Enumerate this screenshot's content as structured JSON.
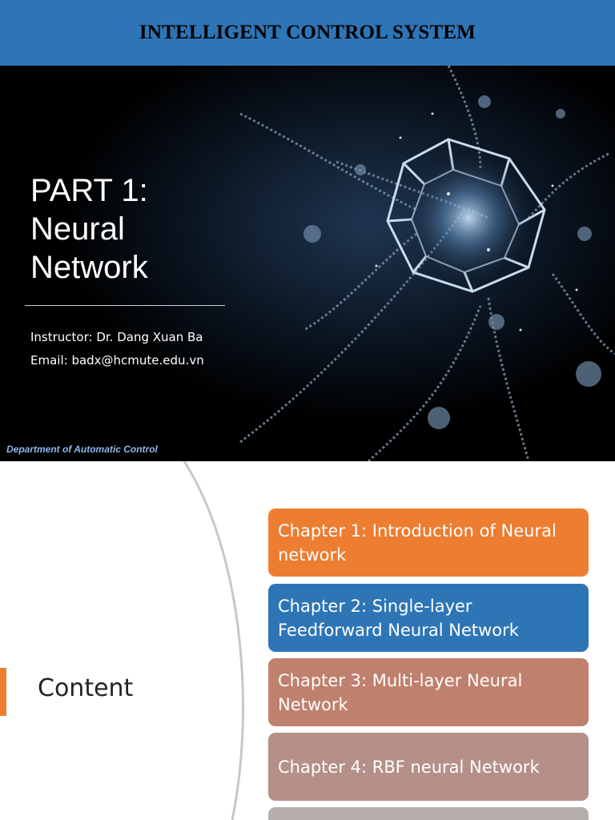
{
  "header": {
    "title": "INTELLIGENT CONTROL SYSTEM",
    "color": "#2e75b6"
  },
  "title_slide": {
    "part": "PART 1:",
    "subject_line1": "Neural",
    "subject_line2": "Network",
    "instructor": "Instructor: Dr. Dang Xuan Ba",
    "email": "Email:  badx@hcmute.edu.vn",
    "department": "Department of Automatic Control"
  },
  "content_slide": {
    "title": "Content",
    "accent_color": "#ed7d31",
    "chapters": [
      {
        "label": "Chapter 1: Introduction of Neural network",
        "color": "#ed7d31"
      },
      {
        "label": "Chapter 2: Single-layer Feedforward Neural Network",
        "color": "#2e75b6"
      },
      {
        "label": "Chapter 3: Multi-layer Neural Network",
        "color": "#c0806e"
      },
      {
        "label": "Chapter 4: RBF neural Network",
        "color": "#b49088"
      },
      {
        "label": "",
        "color": "#b5aeac"
      }
    ]
  }
}
